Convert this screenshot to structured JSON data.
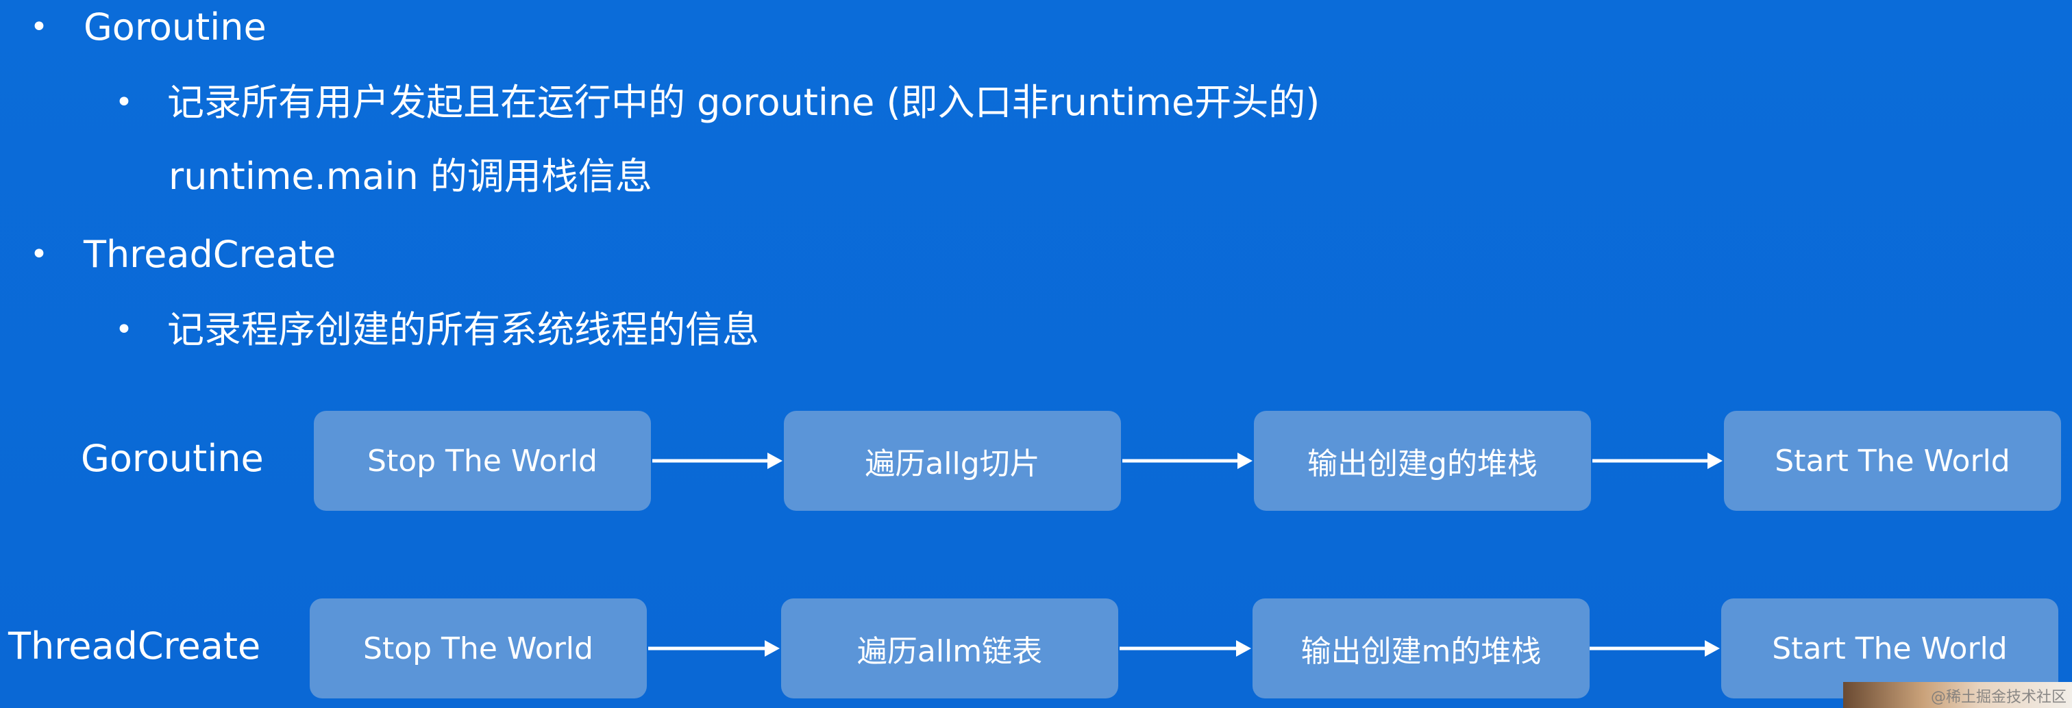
{
  "bullets": [
    {
      "level": 1,
      "text": "Goroutine"
    },
    {
      "level": 2,
      "text": "记录所有用户发起且在运行中的 goroutine (即入口非runtime开头的)"
    },
    {
      "level": 0,
      "text": "runtime.main 的调用栈信息"
    },
    {
      "level": 1,
      "text": "ThreadCreate"
    },
    {
      "level": 2,
      "text": "记录程序创建的所有系统线程的信息"
    }
  ],
  "flows": [
    {
      "label": "Goroutine",
      "steps": [
        "Stop The World",
        "遍历allg切片",
        "输出创建g的堆栈",
        "Start The World"
      ]
    },
    {
      "label": "ThreadCreate",
      "steps": [
        "Stop The World",
        "遍历allm链表",
        "输出创建m的堆栈",
        "Start The World"
      ]
    }
  ],
  "watermark": "@稀土掘金技术社区",
  "colors": {
    "background": "#0a6ad7",
    "box": "#5b95d8",
    "text": "#ffffff"
  }
}
